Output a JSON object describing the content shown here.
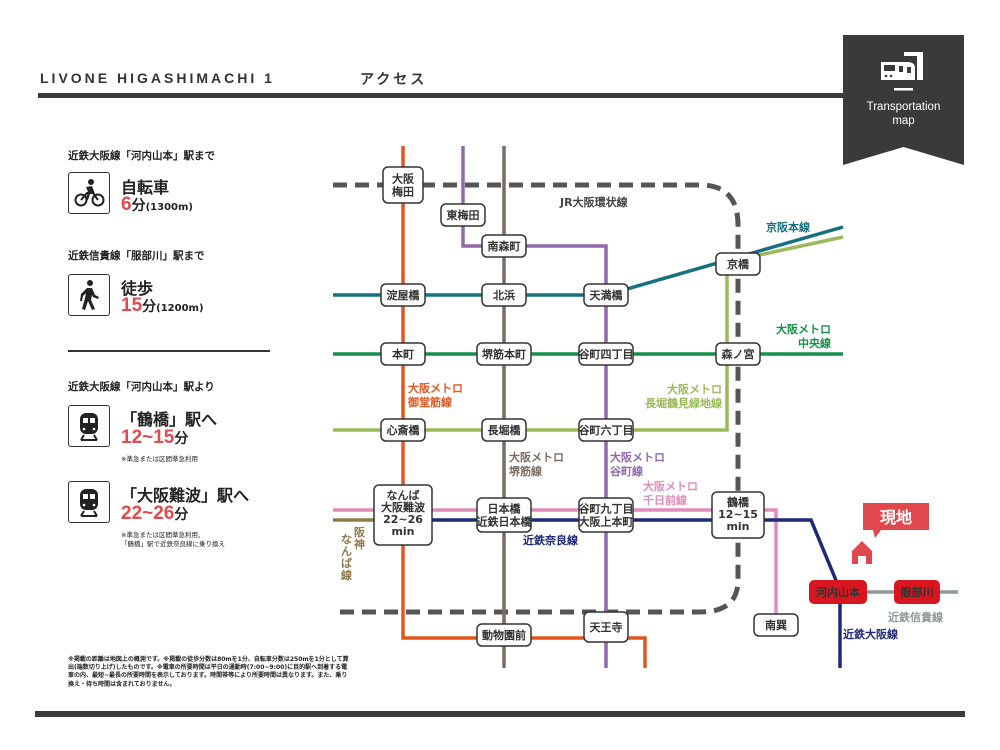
{
  "header": {
    "title": "LIVONE  HIGASHIMACHI 1",
    "subtitle": "アクセス"
  },
  "badge": {
    "icon": "train-icon",
    "line1": "Transportation",
    "line2": "map"
  },
  "access": {
    "bicycle": {
      "label": "近鉄大阪線「河内山本」駅まで",
      "icon": "bicycle-icon",
      "mode": "自転車",
      "minutes": "6",
      "unit": "分",
      "distance": "(1300m)"
    },
    "walk": {
      "label": "近鉄信貴線「服部川」駅まで",
      "icon": "walking-person-icon",
      "mode": "徒歩",
      "minutes": "15",
      "unit": "分",
      "distance": "(1200m)"
    },
    "train_label": "近鉄大阪線「河内山本」駅より",
    "tsuruhashi": {
      "icon": "train-icon",
      "dest": "「鶴橋」駅へ",
      "minutes": "12~15",
      "unit": "分",
      "note": "※準急または区間準急利用"
    },
    "namba": {
      "icon": "train-icon",
      "dest": "「大阪難波」駅へ",
      "minutes": "22~26",
      "unit": "分",
      "note1": "※準急または区間準急利用、",
      "note2": "「鶴橋」駅で近鉄奈良線に乗り換え"
    }
  },
  "footnote": "※掲載の距離は地図上の概測です。※掲載の徒歩分数は80mを1分、自転車分数は250mを1分として算出(端数切り上げ)したものです。※電車の所要時間は平日の通勤時(7:00~9:00)に目的駅へ到着する電車の内、最短~最長の所要時間を表示しております。時間帯等により所要時間は異なります。また、乗り換え・待ち時間は含まれておりません。",
  "map": {
    "colors": {
      "jr_loop": "#555555",
      "midosuji": "#e2561f",
      "sakaisuji": "#7a6d62",
      "tanimachi": "#9269ad",
      "keihan": "#17707f",
      "chuo": "#17924a",
      "nagahori": "#9cba5c",
      "sennichimae": "#df8dbb",
      "kintetsu": "#1e2a78",
      "hanshin": "#8f7a49",
      "shigi": "#8c9a94",
      "current_location": "#e0484e",
      "highlight_station": "#d9151f",
      "time_red": "#d9151f"
    },
    "line_labels": {
      "jr_loop": "JR大阪環状線",
      "keihan": "京阪本線",
      "chuo_1": "大阪メトロ",
      "chuo_2": "中央線",
      "midosuji_1": "大阪メトロ",
      "midosuji_2": "御堂筋線",
      "nagahori_1": "大阪メトロ",
      "nagahori_2": "長堀鶴見緑地線",
      "sakaisuji_1": "大阪メトロ",
      "sakaisuji_2": "堺筋線",
      "tanimachi_1": "大阪メトロ",
      "tanimachi_2": "谷町線",
      "sennichimae_1": "大阪メトロ",
      "sennichimae_2": "千日前線",
      "kintetsu_nara": "近鉄奈良線",
      "kintetsu_osaka": "近鉄大阪線",
      "kintetsu_shigi": "近鉄信貴線",
      "hanshin_1": "阪",
      "hanshin_2": "神",
      "hanshin_3": "な",
      "hanshin_4": "ん",
      "hanshin_5": "ば",
      "hanshin_6": "線"
    },
    "stations": {
      "osaka_umeda_1": "大阪",
      "osaka_umeda_2": "梅田",
      "higashi_umeda": "東梅田",
      "minami_morimachi": "南森町",
      "yodoyabashi": "淀屋橋",
      "kitahama": "北浜",
      "temmabashi": "天満橋",
      "kyobashi": "京橋",
      "hommachi": "本町",
      "sakaisuji_hommachi": "堺筋本町",
      "tanimachi_4": "谷町四丁目",
      "morinomiya": "森ノ宮",
      "shinsaibashi": "心斎橋",
      "nagahoribashi": "長堀橋",
      "tanimachi_6": "谷町六丁目",
      "namba_1": "なんば",
      "namba_2": "大阪難波",
      "namba_time": "22~26",
      "namba_min": "min",
      "nippombashi_1": "日本橋",
      "nippombashi_2": "近鉄日本橋",
      "tanimachi_9_1": "谷町九丁目",
      "tanimachi_9_2": "大阪上本町",
      "tsuruhashi": "鶴橋",
      "tsuruhashi_time": "12~15",
      "tsuruhashi_min": "min",
      "dobutsuen_mae": "動物園前",
      "tennoji": "天王寺",
      "minami_tatsumi": "南巽",
      "kawachi_yamamoto": "河内山本",
      "hattorigawa": "服部川"
    },
    "current_location": {
      "label": "現地",
      "icon": "house-icon"
    }
  }
}
